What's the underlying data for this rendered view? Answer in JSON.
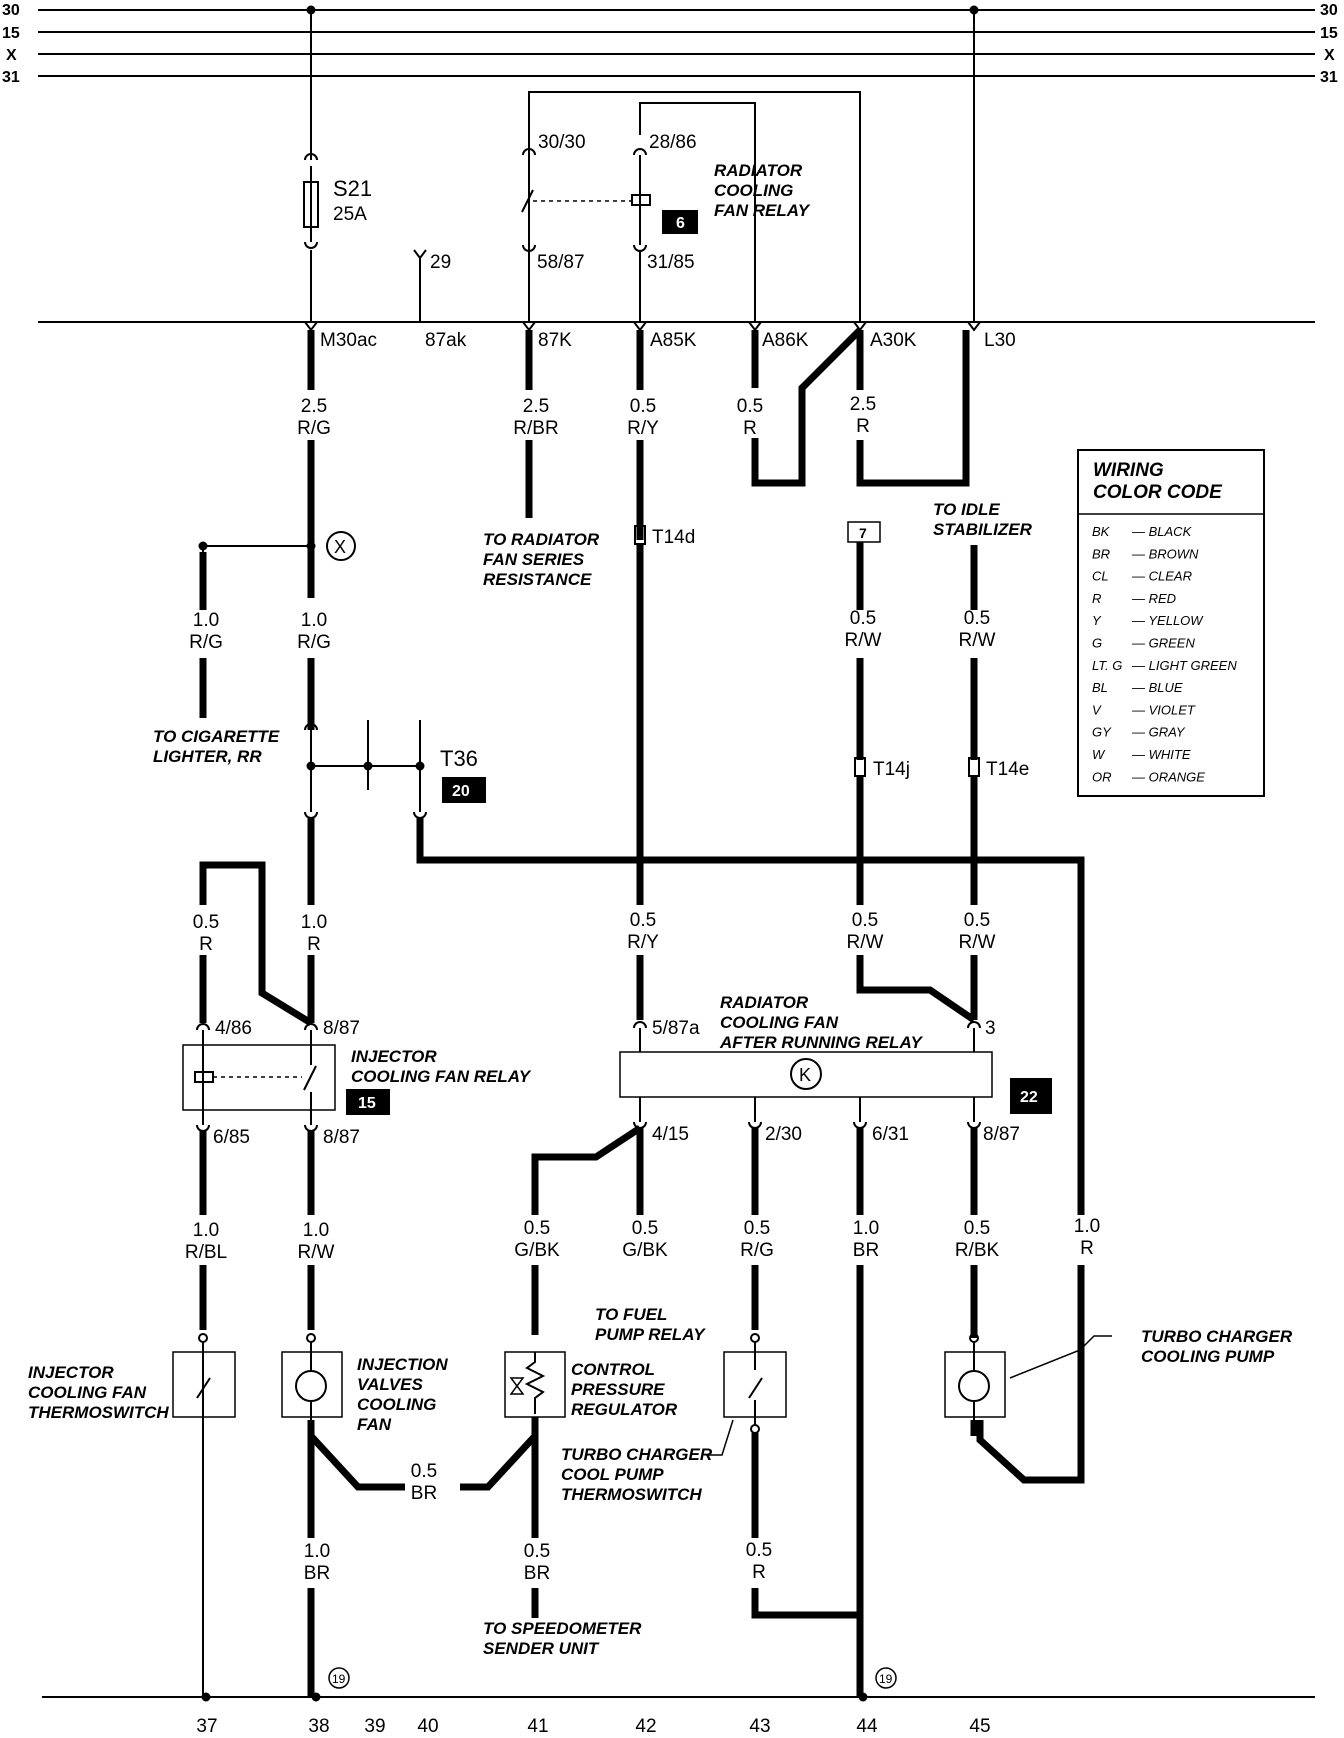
{
  "bus_labels": {
    "b30": "30",
    "b15": "15",
    "bX": "X",
    "b31": "31"
  },
  "fuse": {
    "name": "S21",
    "rating": "25A"
  },
  "terminals": {
    "t29": "29",
    "relay6_in1": "30/30",
    "relay6_in2": "28/86",
    "relay6_out1": "58/87",
    "relay6_out2": "31/85",
    "m30ac": "M30ac",
    "t87ak": "87ak",
    "t87k": "87K",
    "a85k": "A85K",
    "a86k": "A86K",
    "a30k": "A30K",
    "l30": "L30",
    "t14d": "T14d",
    "t14j": "T14j",
    "t14e": "T14e",
    "t36": "T36",
    "inj_4_86": "4/86",
    "inj_8_87_top": "8/87",
    "inj_6_85": "6/85",
    "inj_8_87_bot": "8/87",
    "ar_5_87a": "5/87a",
    "ar_3": "3",
    "ar_4_15": "4/15",
    "ar_2_30": "2/30",
    "ar_6_31": "6/31",
    "ar_8_87": "8/87",
    "ground19a": "19",
    "ground19b": "19",
    "x_symbol": "X",
    "k_symbol": "K"
  },
  "wires": [
    {
      "size": "2.5",
      "color": "R/G"
    },
    {
      "size": "2.5",
      "color": "R/BR"
    },
    {
      "size": "0.5",
      "color": "R/Y"
    },
    {
      "size": "0.5",
      "color": "R"
    },
    {
      "size": "2.5",
      "color": "R"
    },
    {
      "size": "1.0",
      "color": "R/G"
    },
    {
      "size": "1.0",
      "color": "R/G"
    },
    {
      "size": "0.5",
      "color": "R/W"
    },
    {
      "size": "0.5",
      "color": "R/W"
    },
    {
      "size": "0.5",
      "color": "R"
    },
    {
      "size": "1.0",
      "color": "R"
    },
    {
      "size": "0.5",
      "color": "R/Y"
    },
    {
      "size": "0.5",
      "color": "R/W"
    },
    {
      "size": "0.5",
      "color": "R/W"
    },
    {
      "size": "1.0",
      "color": "R/BL"
    },
    {
      "size": "1.0",
      "color": "R/W"
    },
    {
      "size": "0.5",
      "color": "G/BK"
    },
    {
      "size": "0.5",
      "color": "G/BK"
    },
    {
      "size": "0.5",
      "color": "R/G"
    },
    {
      "size": "1.0",
      "color": "BR"
    },
    {
      "size": "0.5",
      "color": "R/BK"
    },
    {
      "size": "1.0",
      "color": "R"
    },
    {
      "size": "0.5",
      "color": "BR"
    },
    {
      "size": "1.0",
      "color": "BR"
    },
    {
      "size": "0.5",
      "color": "BR"
    },
    {
      "size": "0.5",
      "color": "R"
    }
  ],
  "notes": {
    "radiator_relay": [
      "RADIATOR",
      "COOLING",
      "FAN RELAY"
    ],
    "to_fan_resistance": [
      "TO RADIATOR",
      "FAN SERIES",
      "RESISTANCE"
    ],
    "to_idle": [
      "TO IDLE",
      "STABILIZER"
    ],
    "to_cig": [
      "TO CIGARETTE",
      "LIGHTER, RR"
    ],
    "injector_relay": [
      "INJECTOR",
      "COOLING FAN RELAY"
    ],
    "after_run_relay": [
      "RADIATOR",
      "COOLING FAN",
      "AFTER RUNNING RELAY"
    ],
    "to_fuel_pump": [
      "TO FUEL",
      "PUMP RELAY"
    ],
    "inj_thermo": [
      "INJECTOR",
      "COOLING FAN",
      "THERMOSWITCH"
    ],
    "inj_valves_fan": [
      "INJECTION",
      "VALVES",
      "COOLING",
      "FAN"
    ],
    "control_pressure": [
      "CONTROL",
      "PRESSURE",
      "REGULATOR"
    ],
    "turbo_thermo": [
      "TURBO CHARGER",
      "COOL PUMP",
      "THERMOSWITCH"
    ],
    "turbo_pump": [
      "TURBO CHARGER",
      "COOLING PUMP"
    ],
    "to_speedo": [
      "TO SPEEDOMETER",
      "SENDER UNIT"
    ]
  },
  "refs": {
    "r6": "6",
    "r7": "7",
    "r15": "15",
    "r20": "20",
    "r22": "22"
  },
  "legend": {
    "title": [
      "WIRING",
      "COLOR CODE"
    ],
    "rows": [
      {
        "code": "BK",
        "name": "— BLACK"
      },
      {
        "code": "BR",
        "name": "— BROWN"
      },
      {
        "code": "CL",
        "name": "— CLEAR"
      },
      {
        "code": "R",
        "name": "— RED"
      },
      {
        "code": "Y",
        "name": "— YELLOW"
      },
      {
        "code": "G",
        "name": "— GREEN"
      },
      {
        "code": "LT. G",
        "name": "— LIGHT GREEN"
      },
      {
        "code": "BL",
        "name": "— BLUE"
      },
      {
        "code": "V",
        "name": "— VIOLET"
      },
      {
        "code": "GY",
        "name": "— GRAY"
      },
      {
        "code": "W",
        "name": "— WHITE"
      },
      {
        "code": "OR",
        "name": "— ORANGE"
      }
    ]
  },
  "columns": [
    "37",
    "38",
    "39",
    "40",
    "41",
    "42",
    "43",
    "44",
    "45"
  ]
}
